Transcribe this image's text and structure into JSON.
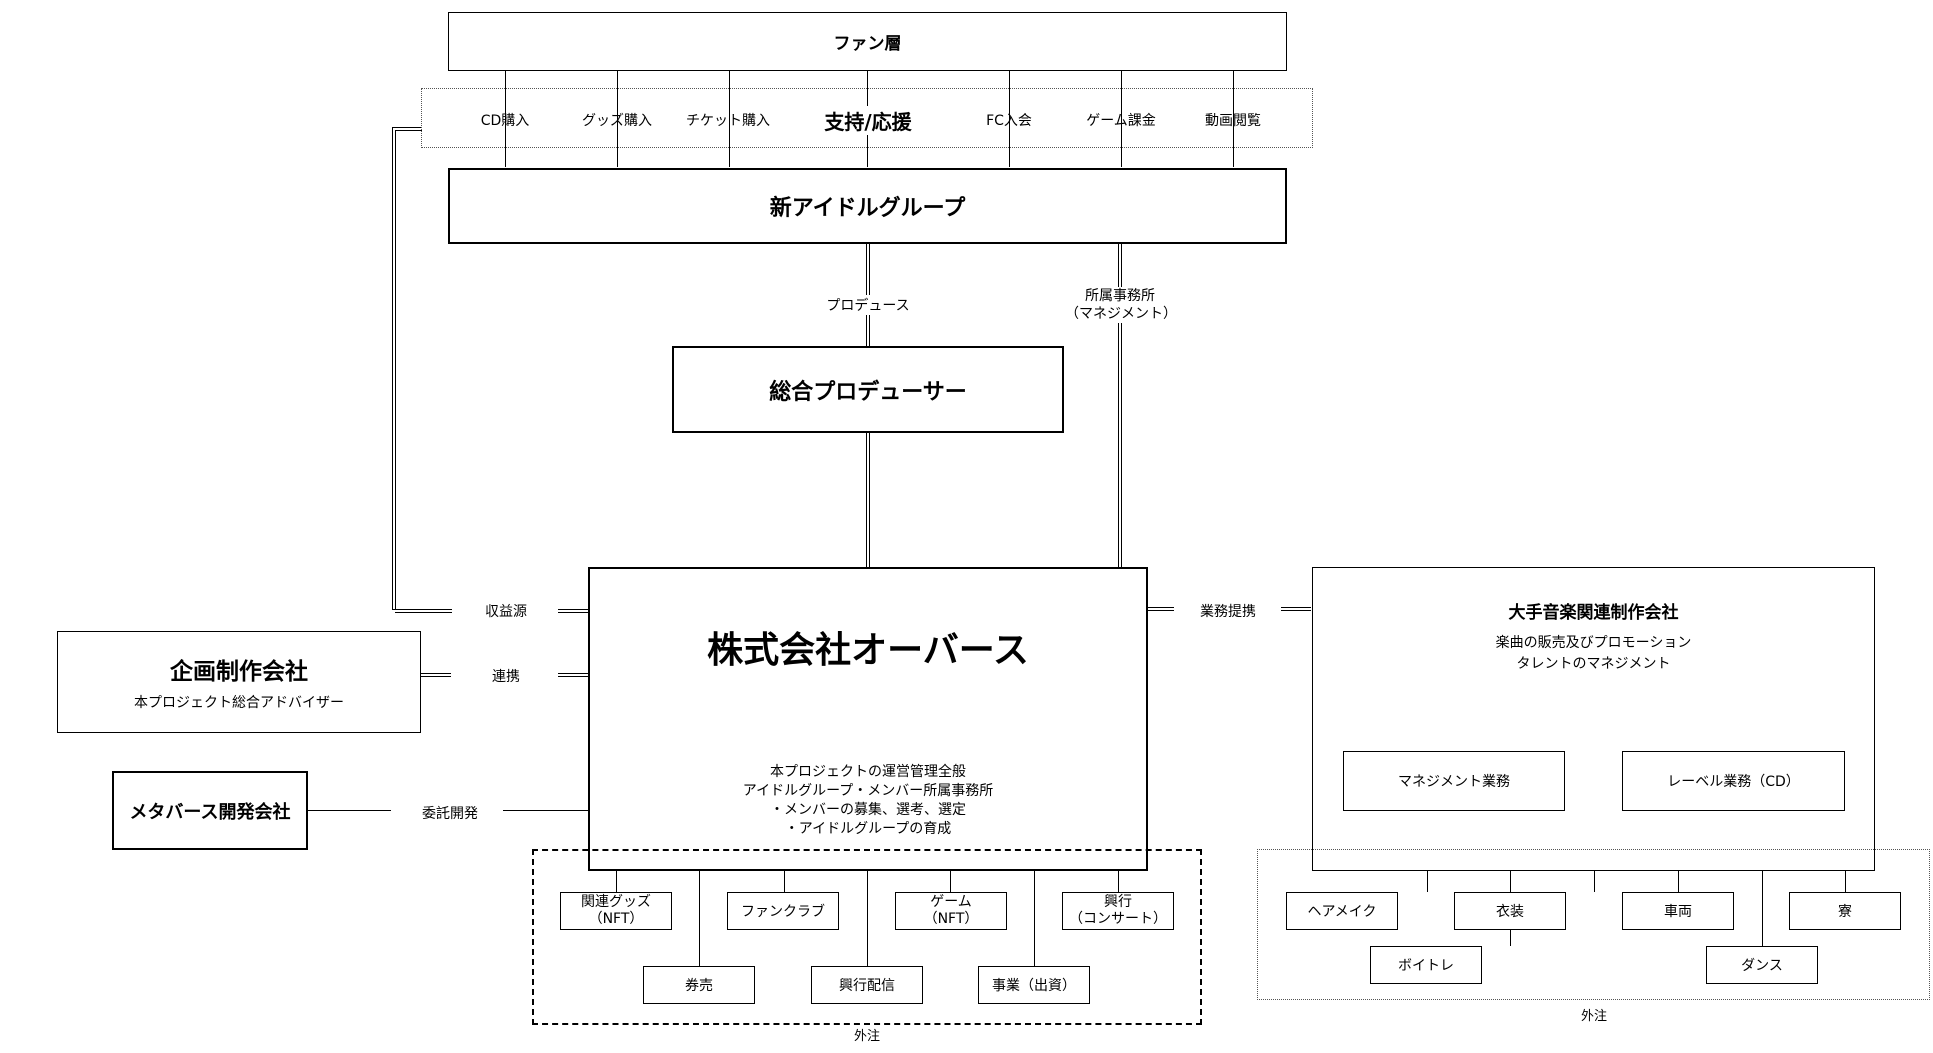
{
  "fans": "ファン層",
  "support": {
    "title": "支持/応援",
    "items": [
      "CD購入",
      "グッズ購入",
      "チケット購入",
      "FC入会",
      "ゲーム課金",
      "動画閲覧"
    ]
  },
  "idol_group": "新アイドルグループ",
  "produce_label": "プロデュース",
  "agency_label": [
    "所属事務所",
    "（マネジメント）"
  ],
  "producer": "総合プロデューサー",
  "orbers": {
    "name": "株式会社オーバース",
    "duties": [
      "本プロジェクトの運営管理全般",
      "アイドルグループ・メンバー所属事務所",
      "・メンバーの募集、選考、選定",
      "・アイドルグループの育成"
    ]
  },
  "revenue_label": "収益源",
  "planning": {
    "name": "企画制作会社",
    "sub": "本プロジェクト総合アドバイザー"
  },
  "collab_label": "連携",
  "metaverse": "メタバース開発会社",
  "outsource_dev_label": "委託開発",
  "business_label": "業務提携",
  "music": {
    "name": "大手音楽関連制作会社",
    "desc": [
      "楽曲の販売及びプロモーション",
      "タレントのマネジメント"
    ],
    "units": [
      "マネジメント業務",
      "レーベル業務（CD）"
    ]
  },
  "left_outsource": {
    "top": [
      [
        "関連グッズ",
        "（NFT）"
      ],
      [
        "ファンクラブ"
      ],
      [
        "ゲーム",
        "（NFT）"
      ],
      [
        "興行",
        "（コンサート）"
      ]
    ],
    "bottom": [
      "券売",
      "興行配信",
      "事業（出資）"
    ],
    "label": "外注"
  },
  "right_outsource": {
    "top": [
      "ヘアメイク",
      "衣装",
      "車両",
      "寮"
    ],
    "bottom": [
      "ボイトレ",
      "ダンス"
    ],
    "label": "外注"
  }
}
